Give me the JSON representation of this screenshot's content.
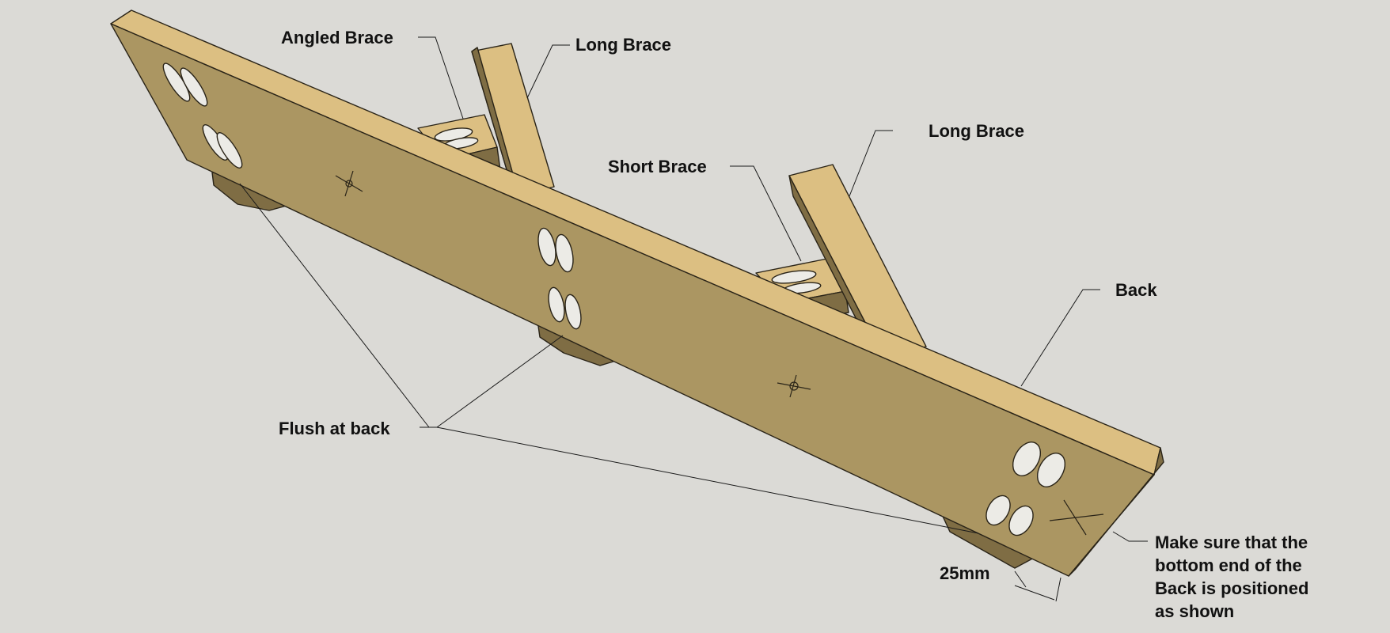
{
  "labels": {
    "angled_brace": "Angled Brace",
    "long_brace_1": "Long Brace",
    "long_brace_2": "Long Brace",
    "short_brace": "Short Brace",
    "back": "Back",
    "flush_at_back": "Flush at back",
    "dimension": "25mm",
    "note_lines": [
      "Make sure that the",
      "bottom end of the",
      "Back is positioned",
      "as shown"
    ]
  },
  "colors": {
    "background": "#dbdad6",
    "wood_face": "#ab9662",
    "wood_top": "#dcbf82",
    "wood_side": "#7f6d44",
    "wood_dark": "#5f5233",
    "hole": "#ecebe6",
    "ink": "#111111"
  }
}
